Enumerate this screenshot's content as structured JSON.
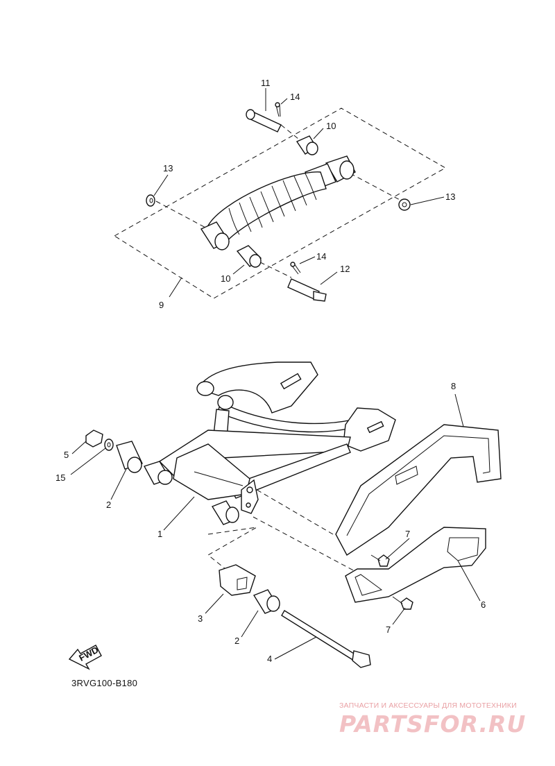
{
  "diagram_code": "3RVG100-B180",
  "fwd_label": "FWD",
  "watermark": {
    "tagline": "ЗАПЧАСТИ И АКСЕССУАРЫ ДЛЯ МОТОТЕХНИКИ",
    "logo": "PARTSFOR.RU"
  },
  "callouts": [
    {
      "id": "c11",
      "text": "11"
    },
    {
      "id": "c14a",
      "text": "14"
    },
    {
      "id": "c10a",
      "text": "10"
    },
    {
      "id": "c13a",
      "text": "13"
    },
    {
      "id": "c13b",
      "text": "13"
    },
    {
      "id": "c14b",
      "text": "14"
    },
    {
      "id": "c12",
      "text": "12"
    },
    {
      "id": "c10b",
      "text": "10"
    },
    {
      "id": "c9",
      "text": "9"
    },
    {
      "id": "c8",
      "text": "8"
    },
    {
      "id": "c5",
      "text": "5"
    },
    {
      "id": "c15",
      "text": "15"
    },
    {
      "id": "c2a",
      "text": "2"
    },
    {
      "id": "c1",
      "text": "1"
    },
    {
      "id": "c7a",
      "text": "7"
    },
    {
      "id": "c6",
      "text": "6"
    },
    {
      "id": "c7b",
      "text": "7"
    },
    {
      "id": "c3",
      "text": "3"
    },
    {
      "id": "c2b",
      "text": "2"
    },
    {
      "id": "c4",
      "text": "4"
    }
  ]
}
